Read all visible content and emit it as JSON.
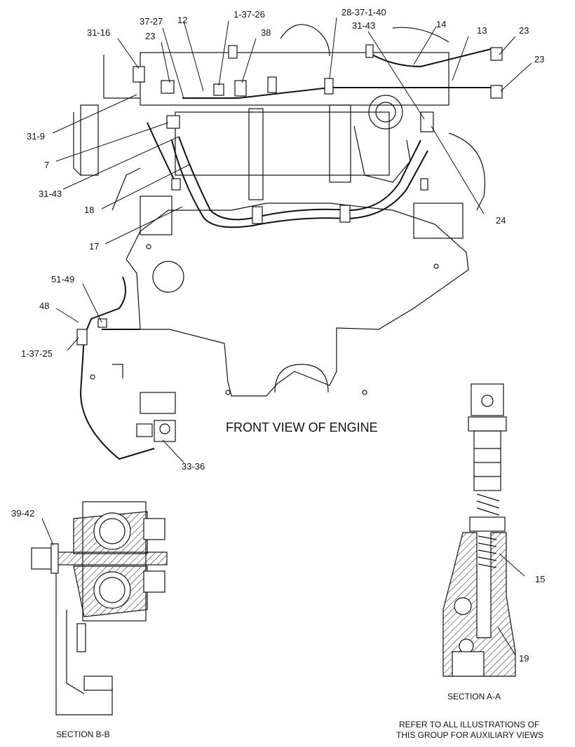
{
  "front_view": {
    "title": "FRONT VIEW OF ENGINE",
    "labels": {
      "l_31_16": "31-16",
      "l_23_a": "23",
      "l_37_27": "37-27",
      "l_12": "12",
      "l_1_37_26": "1-37-26",
      "l_38": "38",
      "l_28_37_1_40": "28-37-1-40",
      "l_31_43_top": "31-43",
      "l_14": "14",
      "l_13": "13",
      "l_23_b": "23",
      "l_23_c": "23",
      "l_31_9": "31-9",
      "l_7": "7",
      "l_31_43_left": "31-43",
      "l_18": "18",
      "l_17": "17",
      "l_24": "24",
      "l_51_49": "51-49",
      "l_48": "48",
      "l_1_37_25": "1-37-25",
      "l_33_36": "33-36"
    }
  },
  "section_bb": {
    "caption": "SECTION B-B",
    "labels": {
      "l_39_42": "39-42"
    }
  },
  "section_aa": {
    "caption": "SECTION A-A",
    "labels": {
      "l_15": "15",
      "l_19": "19"
    }
  },
  "note": {
    "line1": "REFER TO ALL ILLUSTRATIONS OF",
    "line2": "THIS GROUP FOR AUXILIARY VIEWS"
  }
}
